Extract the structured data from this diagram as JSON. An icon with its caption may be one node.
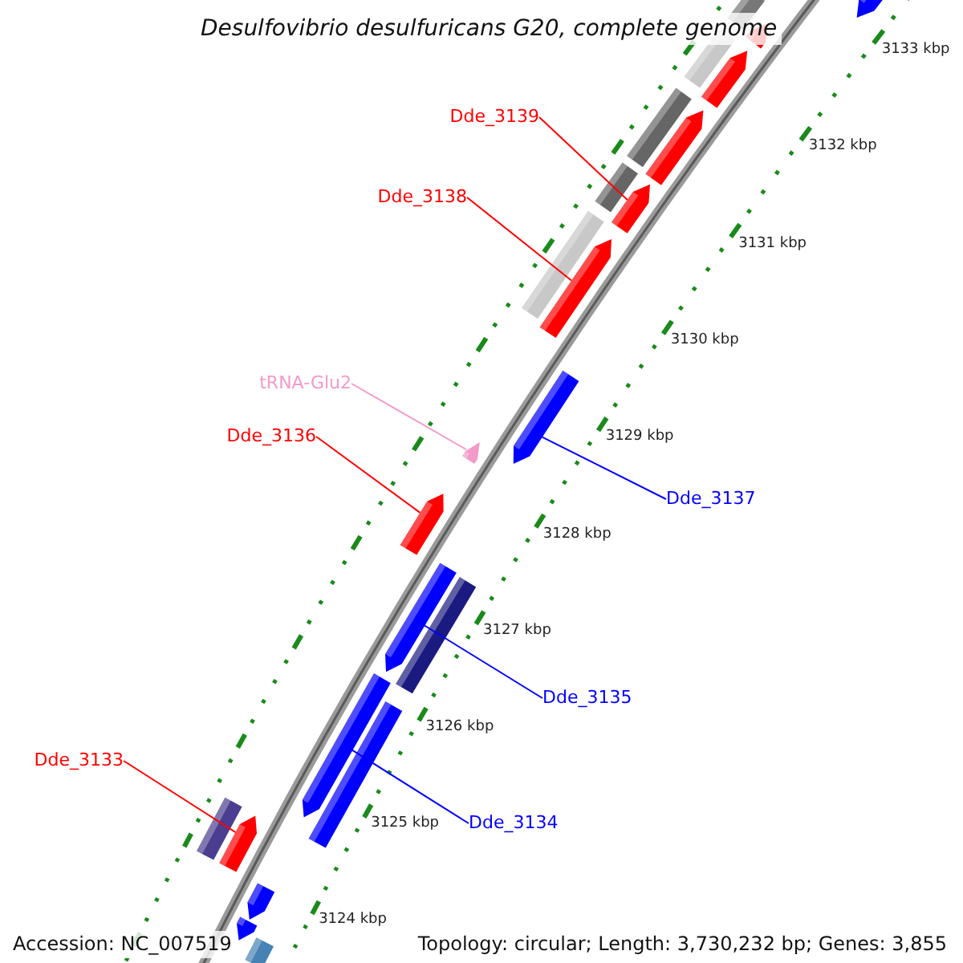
{
  "diagram": {
    "title": "Desulfovibrio desulfuricans G20, complete genome",
    "nodes": [
      {
        "text": [
          "Dde_3139"
        ]
      },
      {
        "text": [],
        "shape": "bar"
      },
      {
        "text": [
          "Dde_3138"
        ]
      },
      {
        "text": [],
        "shape": "bar"
      },
      {
        "text": [
          "tRNA-Glu2"
        ]
      },
      {
        "text": [],
        "shape": "bar"
      },
      {
        "text": [
          "Dde_3136"
        ]
      },
      {
        "text": [],
        "shape": "bar"
      },
      {
        "text": [
          "Dde_3137"
        ]
      },
      {
        "text": [],
        "shape": "bar"
      },
      {
        "text": [
          "Dde_3135"
        ]
      },
      {
        "text": [],
        "shape": "bar"
      },
      {
        "text": [
          "Dde_3134"
        ]
      },
      {
        "text": [],
        "shape": "bar"
      },
      {
        "text": [
          "Dde_3133"
        ]
      },
      {
        "text": [],
        "shape": "bar"
      },
      {
        "text": [],
        "shape": "bar"
      },
      {
        "text": [],
        "shape": "bar"
      },
      {
        "text": [],
        "shape": "bar"
      },
      {
        "text": [],
        "shape": "bar"
      },
      {
        "text": [],
        "shape": "bar"
      },
      {
        "text": [],
        "shape": "bar"
      },
      {
        "text": [],
        "shape": "bar"
      },
      {
        "text": [],
        "shape": "bar"
      },
      {
        "text": [],
        "shape": "bar"
      },
      {
        "text": [],
        "shape": "bar"
      },
      {
        "text": [],
        "shape": "bar"
      },
      {
        "text": [],
        "shape": "bar"
      },
      {
        "text": [],
        "shape": "bar"
      },
      {
        "text": [],
        "shape": "bar"
      },
      {
        "text": [],
        "shape": "bar"
      }
    ],
    "edges": [
      {
        "from": 0,
        "to": 1,
        "arrow": "none"
      },
      {
        "from": 2,
        "to": 3,
        "arrow": "none"
      },
      {
        "from": 4,
        "to": 5,
        "arrow": "none",
        "color": "#f49ac8"
      },
      {
        "from": 6,
        "to": 7,
        "arrow": "none"
      },
      {
        "from": 8,
        "to": 9,
        "arrow": "none",
        "color": "#0000ff"
      },
      {
        "from": 10,
        "to": 11,
        "arrow": "none",
        "color": "#0000ff"
      },
      {
        "from": 12,
        "to": 13,
        "arrow": "none",
        "color": "#0000ff"
      },
      {
        "from": 14,
        "to": 15,
        "arrow": "none"
      }
    ],
    "labels": [
      "3133 kbp",
      "3132 kbp",
      "3131 kbp",
      "3130 kbp",
      "3129 kbp",
      "3128 kbp",
      "3127 kbp",
      "3126 kbp",
      "3125 kbp",
      "3124 kbp",
      "Accession: NC_007519",
      "Topology: circular; Length: 3,730,232 bp; Genes: 3,855"
    ]
  }
}
